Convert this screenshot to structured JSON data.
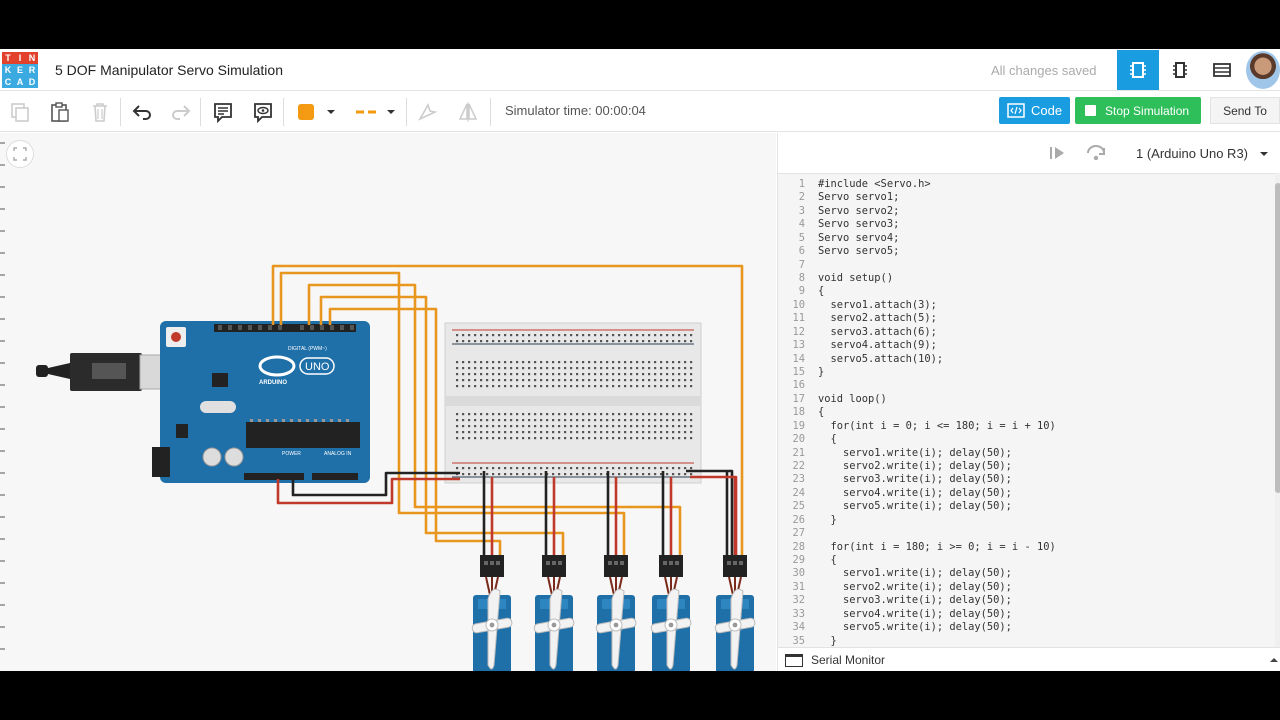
{
  "app": {
    "logo_letters": [
      "T",
      "I",
      "N",
      "K",
      "E",
      "R",
      "C",
      "A",
      "D"
    ],
    "logo_colors": [
      "#e2412c",
      "#e2412c",
      "#e2412c",
      "#3baae0",
      "#3baae0",
      "#3baae0",
      "#3baae0",
      "#3baae0",
      "#3baae0"
    ],
    "project_title": "5 DOF Manipulator Servo Simulation",
    "save_status": "All changes saved"
  },
  "toolbar": {
    "simulator_time": "Simulator time: 00:00:04",
    "color_swatch": "#f39a12",
    "code_label": "Code",
    "stop_label": "Stop Simulation",
    "send_label": "Send To"
  },
  "code_panel": {
    "board": "1 (Arduino Uno R3)",
    "serial_monitor": "Serial Monitor",
    "lines": [
      "#include <Servo.h>",
      "Servo servo1;",
      "Servo servo2;",
      "Servo servo3;",
      "Servo servo4;",
      "Servo servo5;",
      "",
      "void setup()",
      "{",
      "  servo1.attach(3);",
      "  servo2.attach(5);",
      "  servo3.attach(6);",
      "  servo4.attach(9);",
      "  servo5.attach(10);",
      "}",
      "",
      "void loop()",
      "{",
      "  for(int i = 0; i <= 180; i = i + 10)",
      "  {",
      "    servo1.write(i); delay(50);",
      "    servo2.write(i); delay(50);",
      "    servo3.write(i); delay(50);",
      "    servo4.write(i); delay(50);",
      "    servo5.write(i); delay(50);",
      "  }",
      "",
      "  for(int i = 180; i >= 0; i = i - 10)",
      "  {",
      "    servo1.write(i); delay(50);",
      "    servo2.write(i); delay(50);",
      "    servo3.write(i); delay(50);",
      "    servo4.write(i); delay(50);",
      "    servo5.write(i); delay(50);",
      "  }"
    ]
  },
  "circuit": {
    "arduino_labels": {
      "brand": "ARDUINO",
      "model": "UNO",
      "digital": "DIGITAL (PWM~)",
      "power": "POWER",
      "analog": "ANALOG IN"
    },
    "wire_colors": {
      "signal": "#e8961e",
      "power": "#c0392b",
      "ground": "#222222"
    },
    "servo_count": 5
  }
}
